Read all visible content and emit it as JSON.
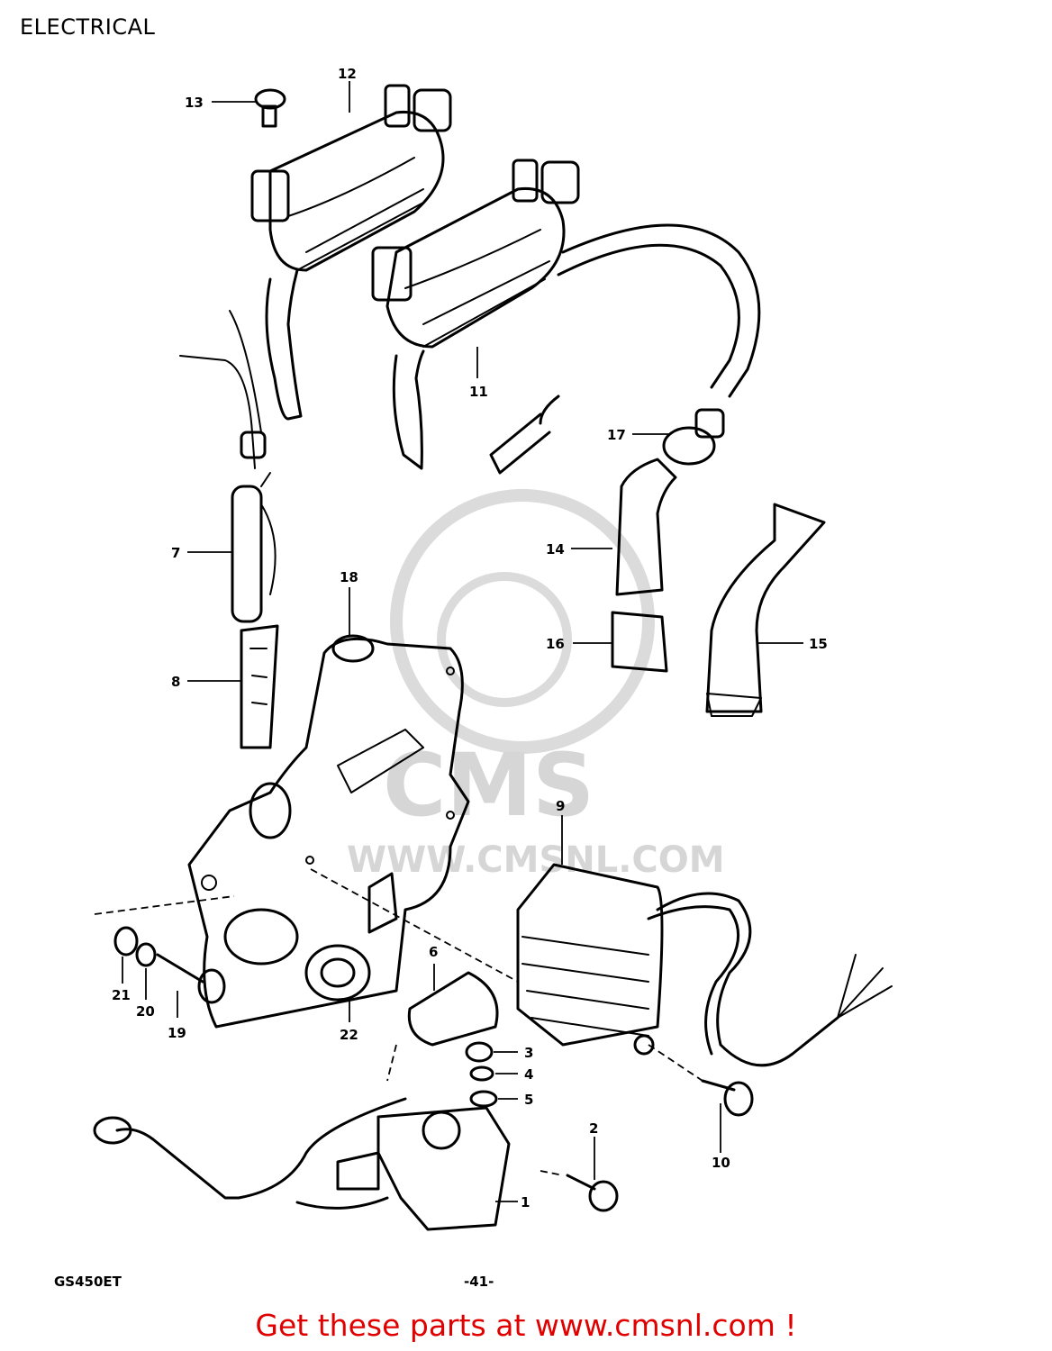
{
  "title": "ELECTRICAL",
  "model_code": "GS450ET",
  "page_number": "-41-",
  "promo_text": "Get these parts at www.cmsnl.com !",
  "watermark": {
    "logo": "CMS",
    "url": "WWW.CMSNL.COM"
  },
  "colors": {
    "ink": "#000000",
    "watermark": "#d2d2d2",
    "promo": "#e00000"
  },
  "callouts": [
    "1",
    "2",
    "3",
    "4",
    "5",
    "6",
    "7",
    "8",
    "9",
    "10",
    "11",
    "12",
    "13",
    "14",
    "15",
    "16",
    "17",
    "18",
    "19",
    "20",
    "21",
    "22"
  ]
}
